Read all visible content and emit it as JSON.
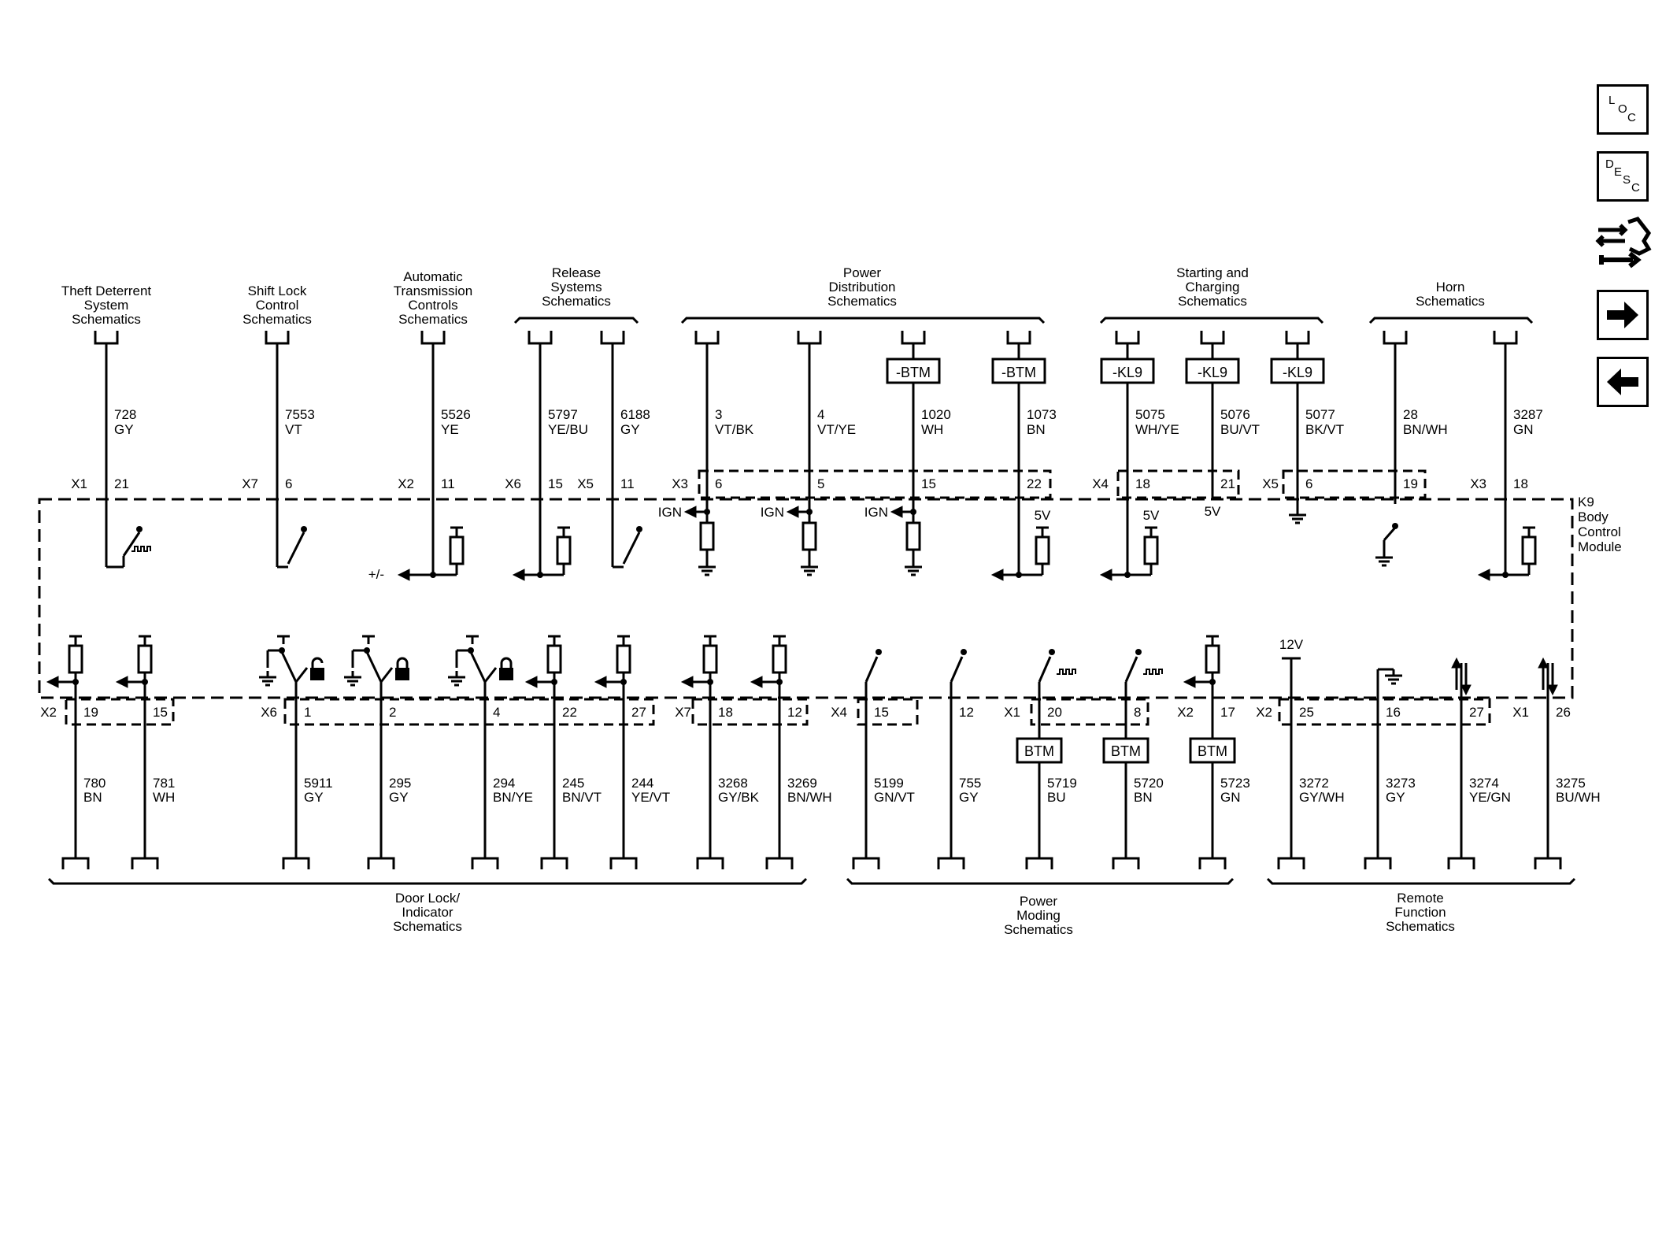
{
  "nav": {
    "loc": {
      "letters": [
        "L",
        "O",
        "C"
      ]
    },
    "desc": {
      "letters": [
        "D",
        "E",
        "S",
        "C"
      ]
    }
  },
  "module": {
    "name": "K9",
    "desc1": "Body",
    "desc2": "Control",
    "desc3": "Module"
  },
  "top_groups": [
    {
      "lines": [
        "Theft Deterrent",
        "System",
        "Schematics"
      ]
    },
    {
      "lines": [
        "Shift Lock",
        "Control",
        "Schematics"
      ]
    },
    {
      "lines": [
        "Automatic",
        "Transmission",
        "Controls",
        "Schematics"
      ]
    },
    {
      "lines": [
        "Release",
        "Systems",
        "Schematics"
      ]
    },
    {
      "lines": [
        "Power",
        "Distribution",
        "Schematics"
      ]
    },
    {
      "lines": [
        "Starting and",
        "Charging",
        "Schematics"
      ]
    },
    {
      "lines": [
        "Horn",
        "Schematics"
      ]
    }
  ],
  "top_wires": [
    {
      "circuit": "728",
      "color": "GY",
      "connector": "X1",
      "pin": "21",
      "box": ""
    },
    {
      "circuit": "7553",
      "color": "VT",
      "connector": "X7",
      "pin": "6",
      "box": ""
    },
    {
      "circuit": "5526",
      "color": "YE",
      "connector": "X2",
      "pin": "11",
      "box": ""
    },
    {
      "circuit": "5797",
      "color": "YE/BU",
      "connector": "X6",
      "pin": "15",
      "box": ""
    },
    {
      "circuit": "6188",
      "color": "GY",
      "connector": "X5",
      "pin": "11",
      "box": ""
    },
    {
      "circuit": "3",
      "color": "VT/BK",
      "connector": "X3",
      "pin": "6",
      "box": ""
    },
    {
      "circuit": "4",
      "color": "VT/YE",
      "connector": "",
      "pin": "5",
      "box": ""
    },
    {
      "circuit": "1020",
      "color": "WH",
      "connector": "",
      "pin": "15",
      "box": "-BTM"
    },
    {
      "circuit": "1073",
      "color": "BN",
      "connector": "",
      "pin": "22",
      "box": "-BTM"
    },
    {
      "circuit": "5075",
      "color": "WH/YE",
      "connector": "X4",
      "pin": "18",
      "box": "-KL9"
    },
    {
      "circuit": "5076",
      "color": "BU/VT",
      "connector": "",
      "pin": "21",
      "box": "-KL9"
    },
    {
      "circuit": "5077",
      "color": "BK/VT",
      "connector": "X5",
      "pin": "6",
      "box": "-KL9"
    },
    {
      "circuit": "28",
      "color": "BN/WH",
      "connector": "",
      "pin": "19",
      "box": ""
    },
    {
      "circuit": "3287",
      "color": "GN",
      "connector": "X3",
      "pin": "18",
      "box": ""
    }
  ],
  "bottom_wires": [
    {
      "circuit": "780",
      "color": "BN",
      "connector": "X2",
      "pin": "19",
      "box": ""
    },
    {
      "circuit": "781",
      "color": "WH",
      "connector": "",
      "pin": "15",
      "box": ""
    },
    {
      "circuit": "5911",
      "color": "GY",
      "connector": "X6",
      "pin": "1",
      "box": ""
    },
    {
      "circuit": "295",
      "color": "GY",
      "connector": "",
      "pin": "2",
      "box": ""
    },
    {
      "circuit": "294",
      "color": "BN/YE",
      "connector": "",
      "pin": "4",
      "box": ""
    },
    {
      "circuit": "245",
      "color": "BN/VT",
      "connector": "",
      "pin": "22",
      "box": ""
    },
    {
      "circuit": "244",
      "color": "YE/VT",
      "connector": "",
      "pin": "27",
      "box": ""
    },
    {
      "circuit": "3268",
      "color": "GY/BK",
      "connector": "X7",
      "pin": "18",
      "box": ""
    },
    {
      "circuit": "3269",
      "color": "BN/WH",
      "connector": "",
      "pin": "12",
      "box": ""
    },
    {
      "circuit": "5199",
      "color": "GN/VT",
      "connector": "X4",
      "pin": "15",
      "box": ""
    },
    {
      "circuit": "755",
      "color": "GY",
      "connector": "",
      "pin": "12",
      "box": ""
    },
    {
      "circuit": "5719",
      "color": "BU",
      "connector": "X1",
      "pin": "20",
      "box": "BTM"
    },
    {
      "circuit": "5720",
      "color": "BN",
      "connector": "",
      "pin": "8",
      "box": "BTM"
    },
    {
      "circuit": "5723",
      "color": "GN",
      "connector": "X2",
      "pin": "17",
      "box": "BTM"
    },
    {
      "circuit": "3272",
      "color": "GY/WH",
      "connector": "X2",
      "pin": "25",
      "box": ""
    },
    {
      "circuit": "3273",
      "color": "GY",
      "connector": "",
      "pin": "16",
      "box": ""
    },
    {
      "circuit": "3274",
      "color": "YE/GN",
      "connector": "",
      "pin": "27",
      "box": ""
    },
    {
      "circuit": "3275",
      "color": "BU/WH",
      "connector": "X1",
      "pin": "26",
      "box": ""
    }
  ],
  "bottom_groups": [
    {
      "lines": [
        "Door Lock/",
        "Indicator",
        "Schematics"
      ]
    },
    {
      "lines": [
        "Power",
        "Moding",
        "Schematics"
      ]
    },
    {
      "lines": [
        "Remote",
        "Function",
        "Schematics"
      ]
    }
  ],
  "internal_labels": {
    "plus_minus": "+/-",
    "ign_1": "IGN",
    "ign_2": "IGN",
    "ign_3": "IGN",
    "v5_1": "5V",
    "v5_2": "5V",
    "v5_3": "5V",
    "v12": "12V"
  }
}
